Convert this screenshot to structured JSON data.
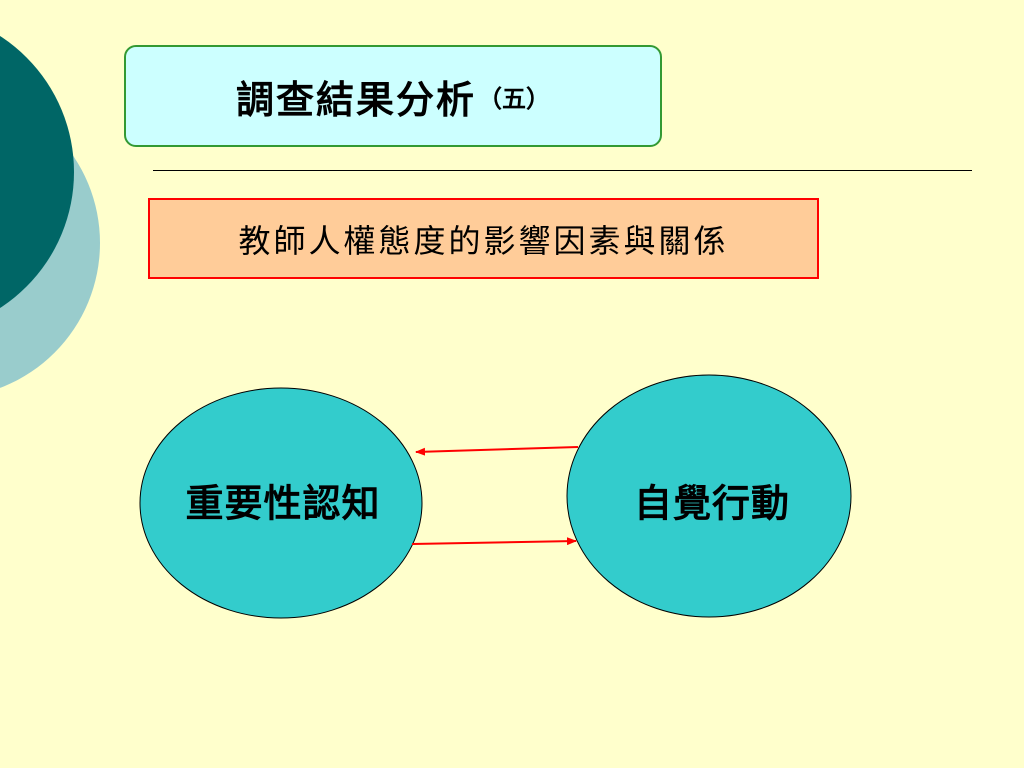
{
  "slide": {
    "title": "調查結果分析",
    "title_suffix": "（五）",
    "subtitle": "教師人權態度的影響因素與關係"
  },
  "diagram": {
    "nodes": [
      {
        "id": "importance-cognition",
        "label": "重要性認知"
      },
      {
        "id": "self-awareness-action",
        "label": "自覺行動"
      }
    ],
    "edges": [
      {
        "from": "self-awareness-action",
        "to": "importance-cognition"
      },
      {
        "from": "importance-cognition",
        "to": "self-awareness-action"
      }
    ]
  },
  "colors": {
    "background": "#ffffcc",
    "title_fill": "#ccffff",
    "title_border": "#339933",
    "subtitle_fill": "#ffcc99",
    "subtitle_border": "#ff0000",
    "node_fill": "#33cccc",
    "arrow": "#ff0000",
    "deco_dark": "#006666",
    "deco_light": "#99cccc"
  }
}
